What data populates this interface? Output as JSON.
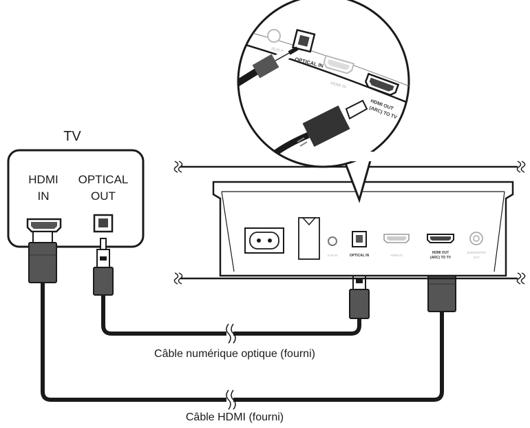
{
  "tv": {
    "title": "TV",
    "hdmi_label_line1": "HDMI",
    "hdmi_label_line2": "IN",
    "optical_label_line1": "OPTICAL",
    "optical_label_line2": "OUT"
  },
  "soundbar": {
    "ports": {
      "aux_in": "AUX IN",
      "optical_in": "OPTICAL IN",
      "hdmi_in": "HDMI IN",
      "hdmi_out_line1": "HDMI OUT",
      "hdmi_out_line2": "(ARC) TO TV",
      "subwoofer_line1": "SUBWOOFER",
      "subwoofer_line2": "OUT"
    }
  },
  "callout": {
    "aux_in": "AUX IN",
    "optical_in": "OPTICAL IN",
    "hdmi_in": "HDMI IN",
    "hdmi_out_line1": "HDMI OUT",
    "hdmi_out_line2": "(ARC) TO TV"
  },
  "cables": {
    "optical_caption": "Câble numérique optique (fourni)",
    "hdmi_caption": "Câble HDMI (fourni)"
  }
}
